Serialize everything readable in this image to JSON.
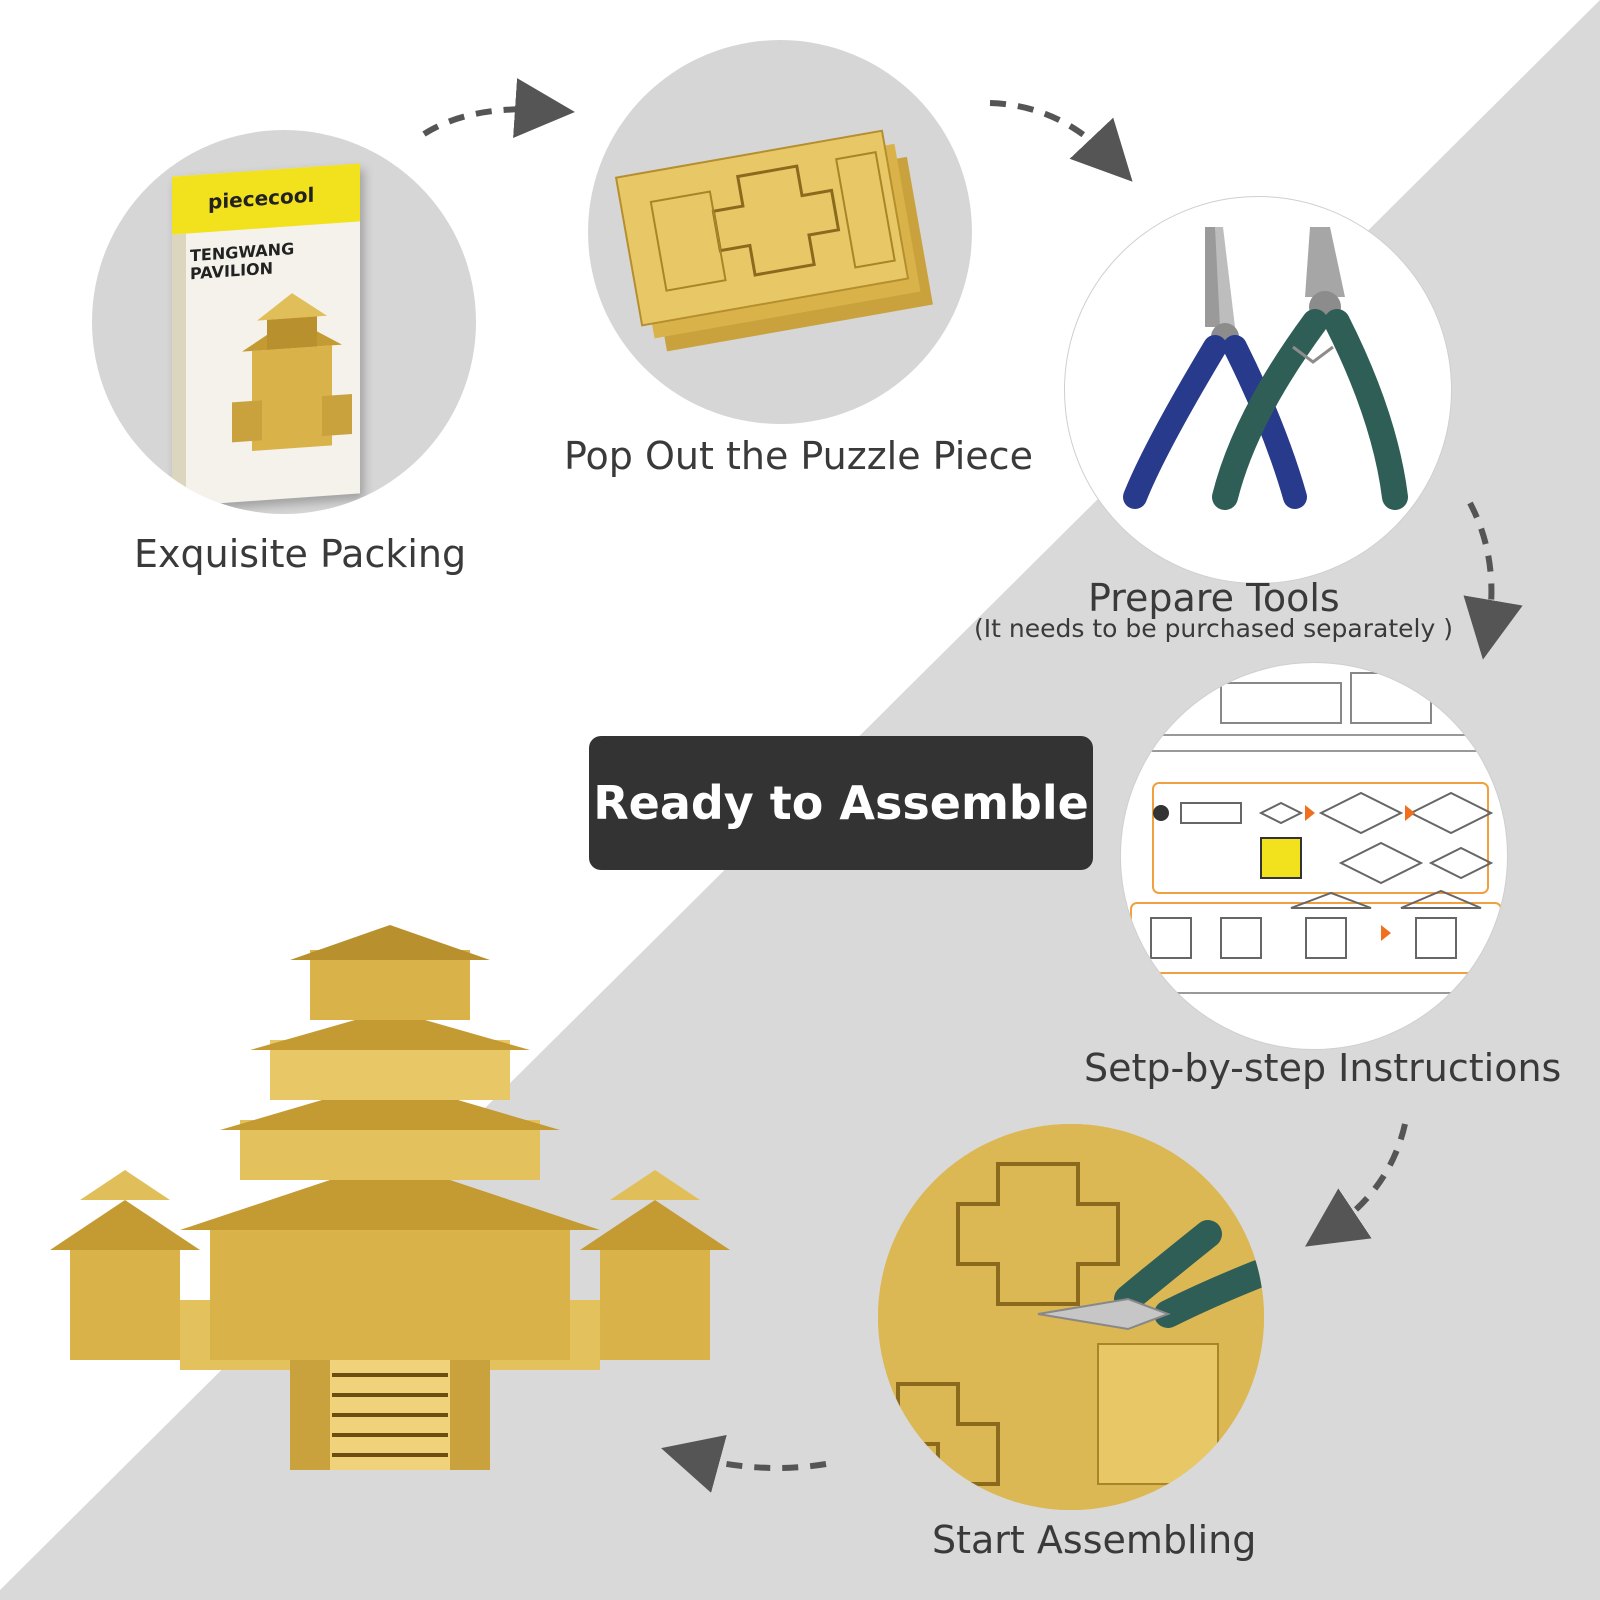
{
  "banner": {
    "text": "Ready to Assemble"
  },
  "steps": [
    {
      "label": "Exquisite Packing"
    },
    {
      "label": "Pop Out the Puzzle Piece"
    },
    {
      "label": "Prepare Tools",
      "note": "(It needs to be purchased separately  )"
    },
    {
      "label": "Setp-by-step Instructions"
    },
    {
      "label": "Start Assembling"
    }
  ],
  "box": {
    "brand": "piececool",
    "title": "TENGWANG\nPAVILION"
  },
  "colors": {
    "background_light": "#ffffff",
    "background_gray": "#d9d9d9",
    "circle_gray": "#d6d6d6",
    "banner": "#333333",
    "gold": "#d9b24a",
    "arrow": "#555555"
  }
}
